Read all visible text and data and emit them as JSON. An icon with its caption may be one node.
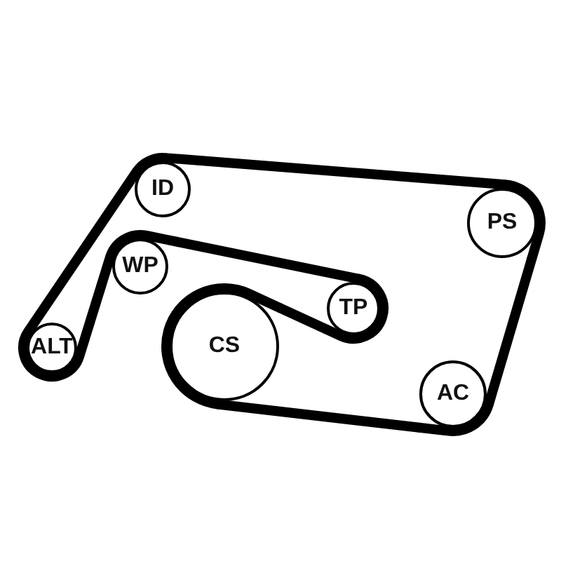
{
  "diagram": {
    "nodes": [
      {
        "text": [
          "ID"
        ]
      },
      {
        "text": [
          "PS"
        ]
      },
      {
        "text": [
          "WP"
        ]
      },
      {
        "text": [
          "TP"
        ]
      },
      {
        "text": [
          "ALT"
        ]
      },
      {
        "text": [
          "CS"
        ]
      },
      {
        "text": [
          "AC"
        ]
      }
    ],
    "edges": [
      {
        "from": 4,
        "to": 0,
        "arrow": "none"
      },
      {
        "from": 0,
        "to": 1,
        "arrow": "none"
      },
      {
        "from": 1,
        "to": 6,
        "arrow": "none"
      },
      {
        "from": 6,
        "to": 5,
        "arrow": "none"
      },
      {
        "from": 5,
        "to": 3,
        "arrow": "none"
      },
      {
        "from": 3,
        "to": 2,
        "arrow": "none"
      },
      {
        "from": 2,
        "to": 4,
        "arrow": "none"
      }
    ]
  }
}
